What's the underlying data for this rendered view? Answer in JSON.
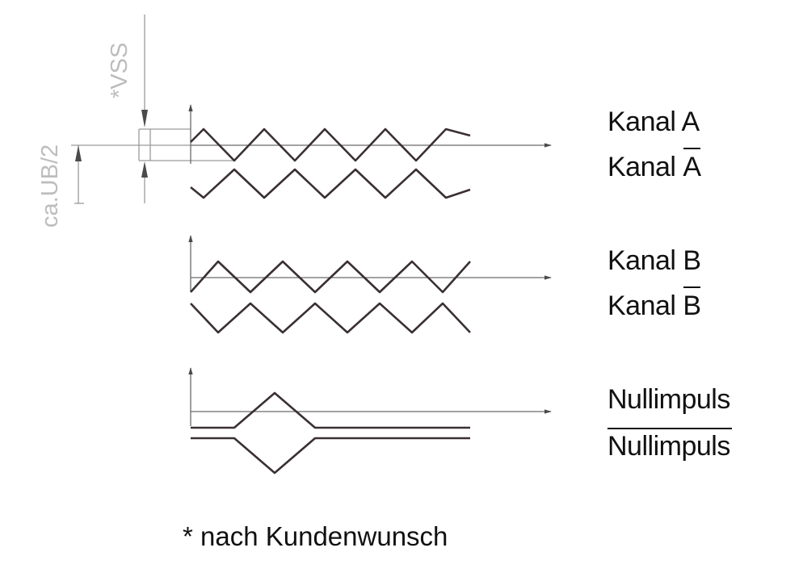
{
  "channels": {
    "a": "Kanal A",
    "a_prefix": "Kanal ",
    "a_letter": "A",
    "b": "Kanal B",
    "b_prefix": "Kanal ",
    "b_letter": "B",
    "zero": "Nullimpuls",
    "zero_inverted": "Nullimpuls"
  },
  "dimensions": {
    "vss_label": "*VSS",
    "ub_label": "ca.UB/2"
  },
  "footnote": "* nach Kundenwunsch",
  "colors": {
    "waveform": "#3a3032",
    "axis": "#6a6a6a",
    "dimension": "#9a9a9a",
    "label": "#111111"
  }
}
